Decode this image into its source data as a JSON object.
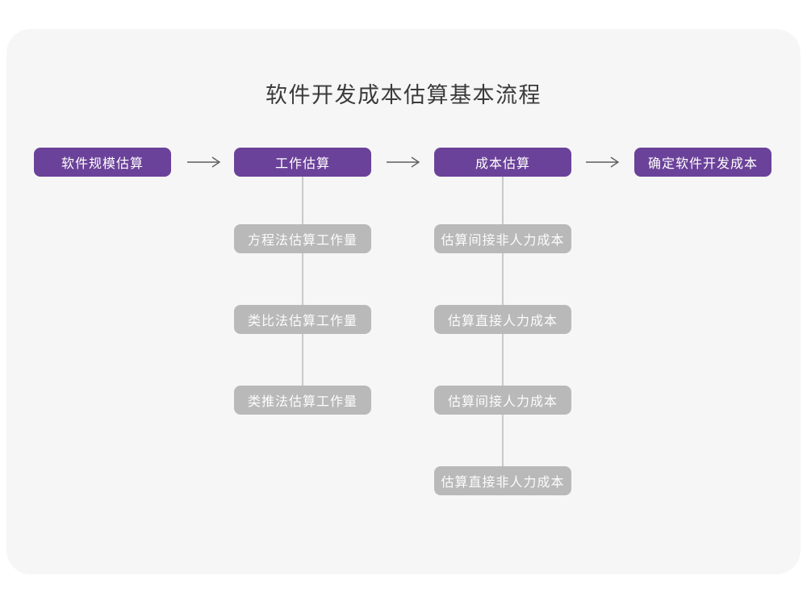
{
  "title": "软件开发成本估算基本流程",
  "colors": {
    "accent_purple": "#6b4299",
    "sub_node_gray": "#b9b9b9",
    "card_background": "#f6f6f6",
    "connector_gray": "#c9c9c9",
    "arrow_gray": "#5f5f5f",
    "title_text": "#3b3b3b"
  },
  "flow": {
    "main_steps": [
      {
        "label": "软件规模估算"
      },
      {
        "label": "工作估算"
      },
      {
        "label": "成本估算"
      },
      {
        "label": "确定软件开发成本"
      }
    ],
    "work_estimation_methods": [
      "方程法估算工作量",
      "类比法估算工作量",
      "类推法估算工作量"
    ],
    "cost_estimation_steps": [
      "估算间接非人力成本",
      "估算直接人力成本",
      "估算间接人力成本",
      "估算直接非人力成本"
    ]
  }
}
